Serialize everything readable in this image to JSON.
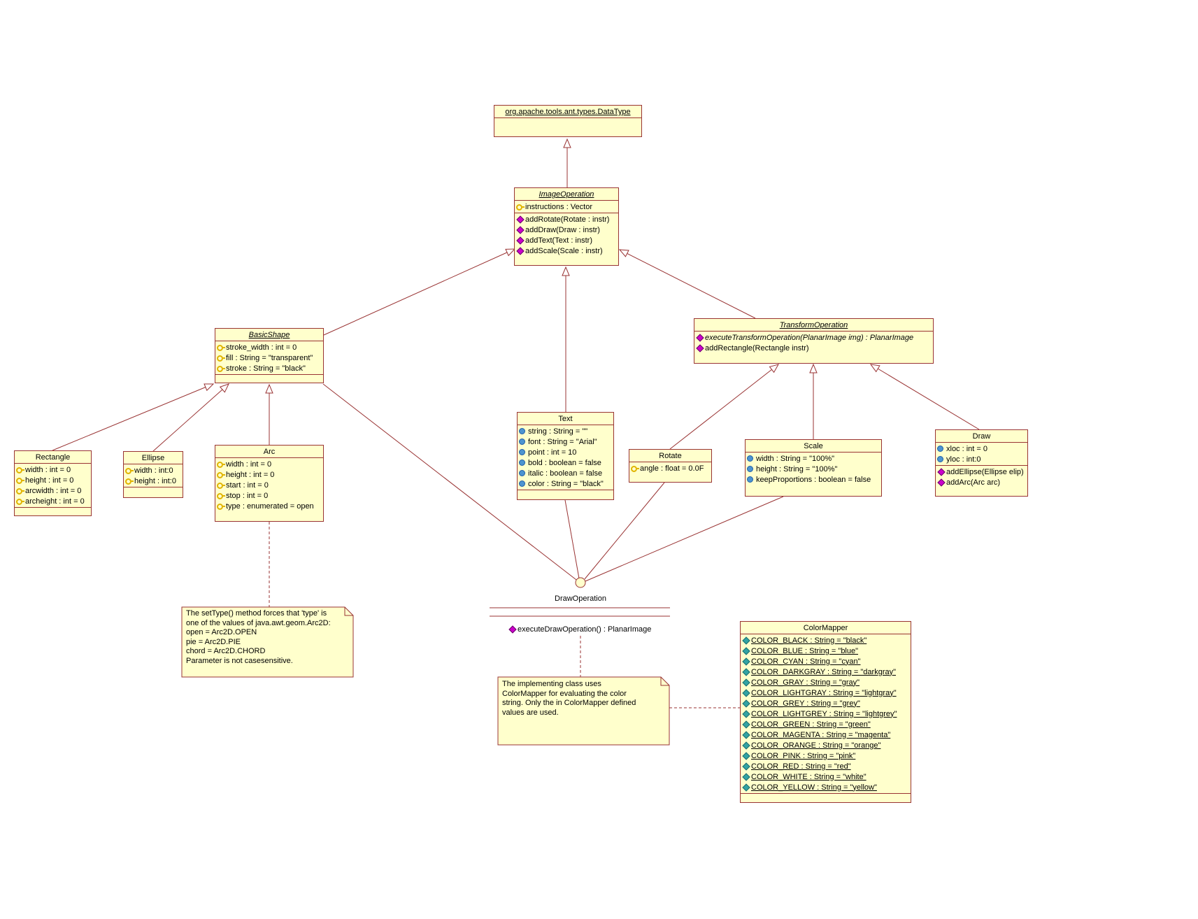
{
  "colors": {
    "box_fill": "#FFFFCC",
    "box_border": "#993333",
    "line_color": "#993333",
    "note_fill": "#FFFFCC",
    "key_color": "#E0B400",
    "ball_color": "#4D94D0",
    "diamond_color": "#CC00CC",
    "tdiamond_color": "#33A3A3"
  },
  "classes": {
    "dataType": {
      "name": "org.apache.tools.ant.types.DataType",
      "attributes": [],
      "operations": []
    },
    "imageOperation": {
      "name": "ImageOperation",
      "attributes": [
        {
          "icon": "key",
          "text": "instructions : Vector"
        }
      ],
      "operations": [
        {
          "icon": "diamond",
          "text": "addRotate(Rotate : instr)"
        },
        {
          "icon": "diamond",
          "text": "addDraw(Draw : instr)"
        },
        {
          "icon": "diamond",
          "text": "addText(Text : instr)"
        },
        {
          "icon": "diamond",
          "text": "addScale(Scale : instr)"
        }
      ]
    },
    "basicShape": {
      "name": "BasicShape",
      "attributes": [
        {
          "icon": "key",
          "text": "stroke_width : int = 0"
        },
        {
          "icon": "key",
          "text": "fill : String = \"transparent\""
        },
        {
          "icon": "key",
          "text": "stroke : String = \"black\""
        }
      ],
      "operations": []
    },
    "transformOperation": {
      "name": "TransformOperation",
      "attributes": [],
      "operations": [
        {
          "icon": "diamond",
          "text": "executeTransformOperation(PlanarImage img) : PlanarImage",
          "style": "italic"
        },
        {
          "icon": "diamond",
          "text": "addRectangle(Rectangle instr)"
        }
      ]
    },
    "rectangle": {
      "name": "Rectangle",
      "attributes": [
        {
          "icon": "key",
          "text": "width : int = 0"
        },
        {
          "icon": "key",
          "text": "height : int = 0"
        },
        {
          "icon": "key",
          "text": "arcwidth : int = 0"
        },
        {
          "icon": "key",
          "text": "archeight : int = 0"
        }
      ],
      "operations": []
    },
    "ellipse": {
      "name": "Ellipse",
      "attributes": [
        {
          "icon": "key",
          "text": "width : int:0"
        },
        {
          "icon": "key",
          "text": "height : int:0"
        }
      ],
      "operations": []
    },
    "arc": {
      "name": "Arc",
      "attributes": [
        {
          "icon": "key",
          "text": "width : int = 0"
        },
        {
          "icon": "key",
          "text": "height : int = 0"
        },
        {
          "icon": "key",
          "text": "start : int = 0"
        },
        {
          "icon": "key",
          "text": "stop : int = 0"
        },
        {
          "icon": "key",
          "text": "type : enumerated = open"
        }
      ],
      "operations": []
    },
    "text": {
      "name": "Text",
      "attributes": [
        {
          "icon": "ball",
          "text": "string : String = \"\""
        },
        {
          "icon": "ball",
          "text": "font : String = \"Arial\""
        },
        {
          "icon": "ball",
          "text": "point : int = 10"
        },
        {
          "icon": "ball",
          "text": "bold : boolean = false"
        },
        {
          "icon": "ball",
          "text": "italic : boolean = false"
        },
        {
          "icon": "ball",
          "text": "color : String = \"black\""
        }
      ],
      "operations": []
    },
    "rotate": {
      "name": "Rotate",
      "attributes": [
        {
          "icon": "key",
          "text": "angle : float = 0.0F"
        }
      ],
      "operations": []
    },
    "scale": {
      "name": "Scale",
      "attributes": [
        {
          "icon": "ball",
          "text": "width : String = \"100%\""
        },
        {
          "icon": "ball",
          "text": "height : String = \"100%\""
        },
        {
          "icon": "ball",
          "text": "keepProportions : boolean = false"
        }
      ],
      "operations": []
    },
    "draw": {
      "name": "Draw",
      "attributes": [
        {
          "icon": "ball",
          "text": "xloc : int = 0"
        },
        {
          "icon": "ball",
          "text": "yloc : int:0"
        }
      ],
      "operations": [
        {
          "icon": "diamond",
          "text": "addEllipse(Ellipse elip)"
        },
        {
          "icon": "diamond",
          "text": "addArc(Arc arc)"
        }
      ]
    },
    "colorMapper": {
      "name": "ColorMapper",
      "attributes": [
        {
          "icon": "tdiamond",
          "text": "COLOR_BLACK : String = \"black\""
        },
        {
          "icon": "tdiamond",
          "text": "COLOR_BLUE : String = \"blue\""
        },
        {
          "icon": "tdiamond",
          "text": "COLOR_CYAN : String = \"cyan\""
        },
        {
          "icon": "tdiamond",
          "text": "COLOR_DARKGRAY : String = \"darkgray\""
        },
        {
          "icon": "tdiamond",
          "text": "COLOR_GRAY : String = \"gray\""
        },
        {
          "icon": "tdiamond",
          "text": "COLOR_LIGHTGRAY : String = \"lightgray\""
        },
        {
          "icon": "tdiamond",
          "text": "COLOR_GREY : String = \"grey\""
        },
        {
          "icon": "tdiamond",
          "text": "COLOR_LIGHTGREY : String = \"lightgrey\""
        },
        {
          "icon": "tdiamond",
          "text": "COLOR_GREEN : String = \"green\""
        },
        {
          "icon": "tdiamond",
          "text": "COLOR_MAGENTA : String = \"magenta\""
        },
        {
          "icon": "tdiamond",
          "text": "COLOR_ORANGE : String = \"orange\""
        },
        {
          "icon": "tdiamond",
          "text": "COLOR_PINK : String = \"pink\""
        },
        {
          "icon": "tdiamond",
          "text": "COLOR_RED : String = \"red\""
        },
        {
          "icon": "tdiamond",
          "text": "COLOR_WHITE : String = \"white\""
        },
        {
          "icon": "tdiamond",
          "text": "COLOR_YELLOW : String = \"yellow\""
        }
      ],
      "operations": []
    }
  },
  "interface": {
    "name": "DrawOperation",
    "operations": [
      {
        "icon": "diamond",
        "text": "executeDrawOperation() : PlanarImage"
      }
    ]
  },
  "notes": {
    "arcNote": {
      "text": "The setType() method forces that 'type' is\none of the values of java.awt.geom.Arc2D:\nopen = Arc2D.OPEN\npie = Arc2D.PIE\nchord = Arc2D.CHORD\nParameter is not casesensitive."
    },
    "colorNote": {
      "text": "The implementing class uses\nColorMapper for evaluating the color\nstring. Only the in ColorMapper defined\nvalues are used."
    }
  }
}
